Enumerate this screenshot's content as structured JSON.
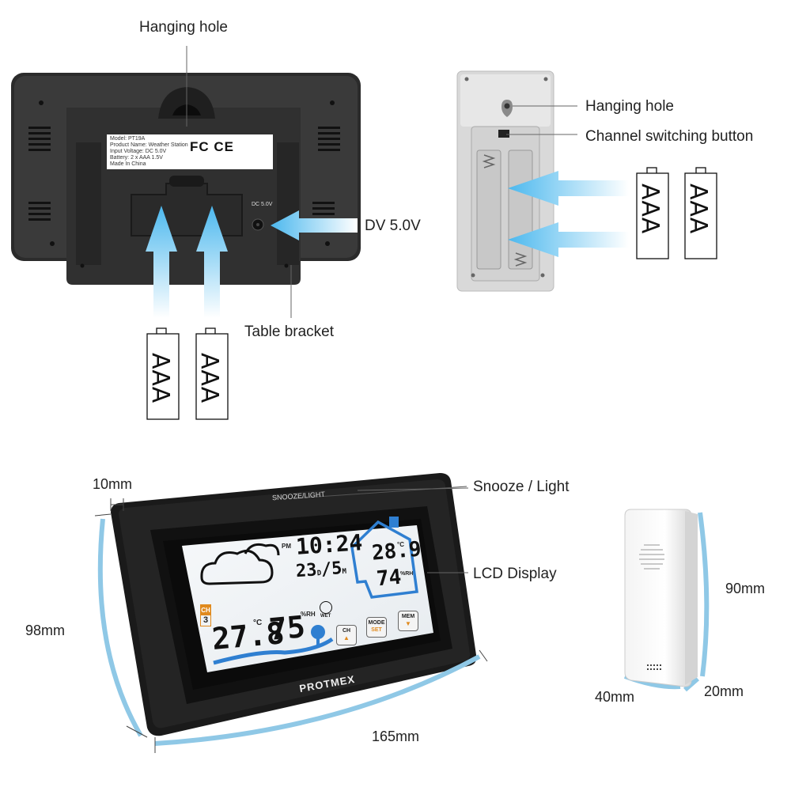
{
  "labels": {
    "hanging_hole_main": "Hanging hole",
    "dv_5v": "DV 5.0V",
    "table_bracket": "Table bracket",
    "hanging_hole_sensor": "Hanging hole",
    "channel_switch": "Channel switching button",
    "snooze_light": "Snooze / Light",
    "lcd_display": "LCD Display",
    "dim_10": "10mm",
    "dim_98": "98mm",
    "dim_165": "165mm",
    "dim_90": "90mm",
    "dim_40": "40mm",
    "dim_20": "20mm"
  },
  "batteries": [
    "AAA",
    "AAA",
    "AAA",
    "AAA"
  ],
  "sticker": {
    "model": "Model: PT19A",
    "product": "Product Name: Weather Station",
    "input": "Input Voltage: DC 5.0V",
    "battery": "Battery: 2 x AAA   1.5V",
    "made_in": "Made In China"
  },
  "cert_marks": "FC CE",
  "dc_label": "DC 5.0V",
  "device_front": {
    "snooze_label": "SNOOZE/LIGHT",
    "brand": "PROTMEX",
    "lcd": {
      "pm": "PM",
      "time": "10:24",
      "date_day": "23",
      "date_day_unit": "D",
      "date_sep": "/",
      "date_month": "5",
      "date_month_unit": "M",
      "indoor_temp": "28.9",
      "indoor_temp_unit": "°C",
      "indoor_humidity": "74",
      "indoor_humidity_unit": "%RH",
      "channel_label": "CH",
      "channel_num": "3",
      "outdoor_temp": "27.8",
      "outdoor_temp_unit": "°C",
      "outdoor_humidity": "75",
      "outdoor_humidity_unit": "%RH",
      "wet": "WET",
      "btn_ch": "CH",
      "btn_mode": "MODE",
      "btn_set": "SET",
      "btn_mem": "MEM"
    }
  },
  "colors": {
    "arrow": "#5ec3f0",
    "dimension": "#8fc8e6",
    "device_black": "#1a1a1a",
    "lcd_blue": "#2f7fd1",
    "lcd_orange": "#e08a1e"
  }
}
